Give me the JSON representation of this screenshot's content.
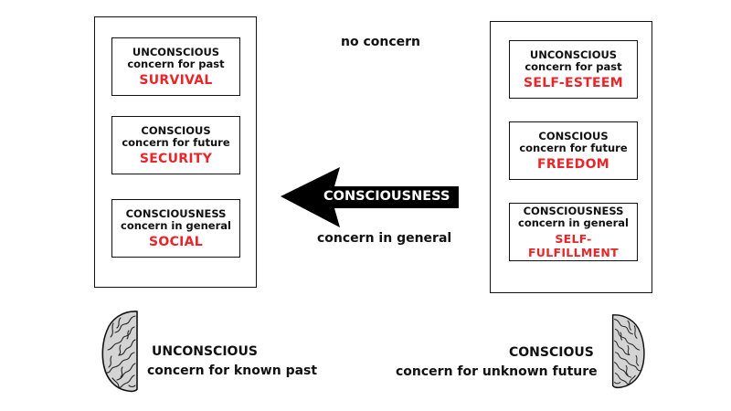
{
  "top_label": "no concern",
  "arrow": {
    "label": "CONSCIOUSNESS",
    "sub_label": "concern in general"
  },
  "left_panel": {
    "boxes": [
      {
        "line1": "UNCONSCIOUS",
        "line2": "concern for past",
        "highlight": "SURVIVAL"
      },
      {
        "line1": "CONSCIOUS",
        "line2": "concern for future",
        "highlight": "SECURITY"
      },
      {
        "line1": "CONSCIOUSNESS",
        "line2": "concern in general",
        "highlight": "SOCIAL"
      }
    ]
  },
  "right_panel": {
    "boxes": [
      {
        "line1": "UNCONSCIOUS",
        "line2": "concern for past",
        "highlight": "SELF-ESTEEM"
      },
      {
        "line1": "CONSCIOUS",
        "line2": "concern for future",
        "highlight": "FREEDOM"
      },
      {
        "line1": "CONSCIOUSNESS",
        "line2": "concern in general",
        "highlight": "SELF-FULFILLMENT"
      }
    ]
  },
  "bottom_left": {
    "title": "UNCONSCIOUS",
    "subtitle": "concern for known past"
  },
  "bottom_right": {
    "title": "CONSCIOUS",
    "subtitle": "concern for unknown future"
  },
  "colors": {
    "highlight": "#e8262a",
    "arrow": "#000000"
  },
  "icons": [
    "left-brain-hemisphere-icon",
    "right-brain-hemisphere-icon"
  ]
}
